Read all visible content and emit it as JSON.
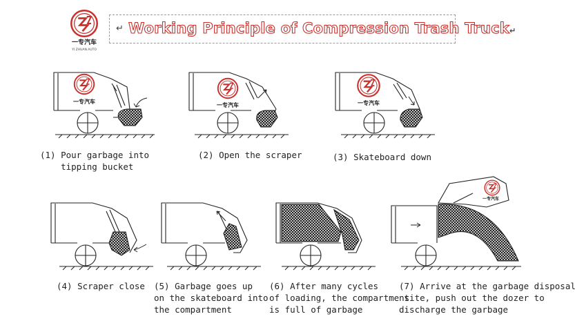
{
  "header": {
    "title": "Working Principle of Compression Trash Truck",
    "logo_text": "一专汽车",
    "logo_subtext": "YI ZHUAN AUTO",
    "return_mark": "↵"
  },
  "steps": [
    {
      "caption_line1": "(1) Pour garbage into",
      "caption_line2": "    tipping bucket",
      "caption_line3": ""
    },
    {
      "caption_line1": "(2) Open the scraper",
      "caption_line2": "",
      "caption_line3": ""
    },
    {
      "caption_line1": "(3) Skateboard down",
      "caption_line2": "",
      "caption_line3": ""
    },
    {
      "caption_line1": "(4) Scraper close",
      "caption_line2": "",
      "caption_line3": ""
    },
    {
      "caption_line1": "(5) Garbage goes up",
      "caption_line2": "on the skateboard into",
      "caption_line3": "the compartment"
    },
    {
      "caption_line1": "(6) After many cycles",
      "caption_line2": "of loading, the compartment",
      "caption_line3": "is full of garbage"
    },
    {
      "caption_line1": "(7) Arrive at the garbage disposal",
      "caption_line2": " site, push out the dozer to",
      "caption_line3": "discharge the garbage"
    }
  ],
  "colors": {
    "brand_red": "#c9302c",
    "line": "#222222"
  }
}
